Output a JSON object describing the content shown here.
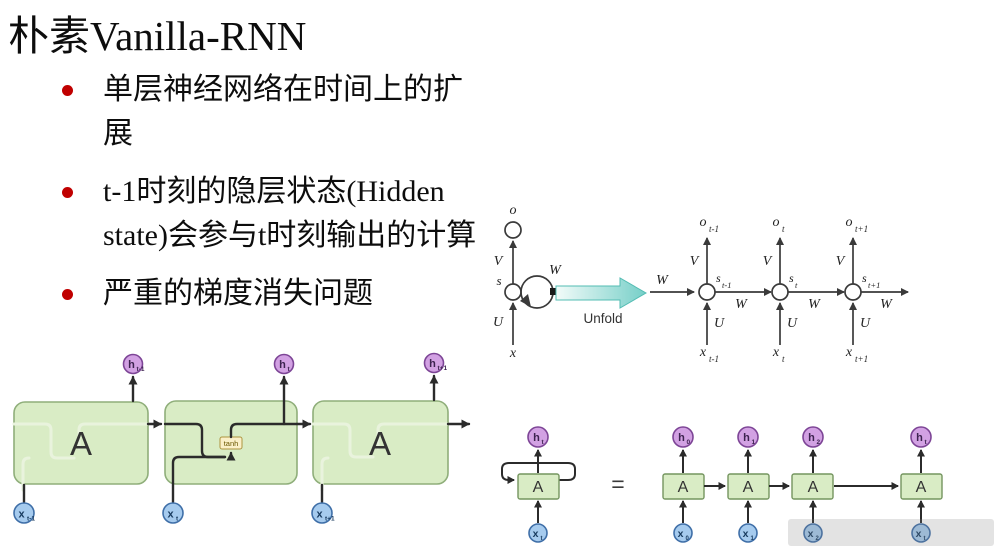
{
  "slide": {
    "title": "朴素Vanilla-RNN",
    "bullets": [
      {
        "text": "单层神经网络在时间上的扩展"
      },
      {
        "text": "t-1时刻的隐层状态(Hidden state)会参与t时刻输出的计算"
      },
      {
        "text": "严重的梯度消失问题"
      }
    ]
  },
  "unfold_diagram": {
    "folded": {
      "output_label": "o",
      "weight_v": "V",
      "state_label": "s",
      "weight_w": "W",
      "weight_u": "U",
      "input_label": "x"
    },
    "unfold_label": "Unfold",
    "w_in": "W",
    "units": [
      {
        "o": "o",
        "o_sub": "t-1",
        "v": "V",
        "s": "s",
        "s_sub": "t-1",
        "u": "U",
        "x": "x",
        "x_sub": "t-1",
        "w_out": "W"
      },
      {
        "o": "o",
        "o_sub": "t",
        "v": "V",
        "s": "s",
        "s_sub": "t",
        "u": "U",
        "x": "x",
        "x_sub": "t",
        "w_out": "W"
      },
      {
        "o": "o",
        "o_sub": "t+1",
        "v": "V",
        "s": "s",
        "s_sub": "t+1",
        "u": "U",
        "x": "x",
        "x_sub": "t+1",
        "w_out": "W"
      }
    ]
  },
  "chain_diagram": {
    "cells": [
      {
        "label": "A",
        "h": "h",
        "h_sub": "t-1",
        "x": "x",
        "x_sub": "t-1"
      },
      {
        "tanh_label": "tanh",
        "h": "h",
        "h_sub": "t",
        "x": "x",
        "x_sub": "t"
      },
      {
        "label": "A",
        "h": "h",
        "h_sub": "t+1",
        "x": "x",
        "x_sub": "t+1"
      }
    ]
  },
  "rolled_diagram": {
    "loop_unit": {
      "label": "A",
      "h": "h",
      "h_sub": "t",
      "x": "x",
      "x_sub": "t"
    },
    "equals_label": "=",
    "units": [
      {
        "label": "A",
        "h": "h",
        "h_sub": "0",
        "x": "x",
        "x_sub": "0"
      },
      {
        "label": "A",
        "h": "h",
        "h_sub": "1",
        "x": "x",
        "x_sub": "1"
      },
      {
        "label": "A",
        "h": "h",
        "h_sub": "2",
        "x": "x",
        "x_sub": "2"
      },
      {
        "label": "A",
        "h": "h",
        "h_sub": "t",
        "x": "x",
        "x_sub": "t"
      }
    ]
  },
  "colors": {
    "bullet": "#c00000",
    "box_fill": "#d9ecc5",
    "box_stroke": "#8fae7a",
    "h_fill": "#d2a1e3",
    "h_stroke": "#7d4596",
    "x_fill": "#a6cbee",
    "x_stroke": "#3f6fa8",
    "tanh_fill": "#faf0c8",
    "tanh_stroke": "#ad9440",
    "unfold_arrow": "#76cfc8",
    "stroke": "#3a3a3a"
  }
}
